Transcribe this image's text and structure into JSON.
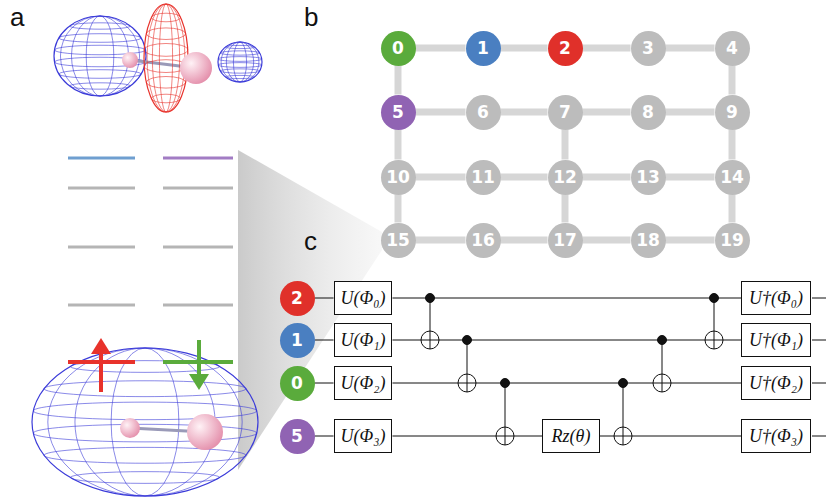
{
  "diagram": {
    "nodes": [
      {
        "text": [
          "0"
        ]
      },
      {
        "text": [
          "1"
        ]
      },
      {
        "text": [
          "2"
        ]
      },
      {
        "text": [
          "3"
        ]
      },
      {
        "text": [
          "4"
        ]
      },
      {
        "text": [
          "5"
        ]
      },
      {
        "text": [
          "6"
        ]
      },
      {
        "text": [
          "7"
        ]
      },
      {
        "text": [
          "8"
        ]
      },
      {
        "text": [
          "9"
        ]
      },
      {
        "text": [
          "10"
        ]
      },
      {
        "text": [
          "11"
        ]
      },
      {
        "text": [
          "12"
        ]
      },
      {
        "text": [
          "13"
        ]
      },
      {
        "text": [
          "14"
        ]
      },
      {
        "text": [
          "15"
        ]
      },
      {
        "text": [
          "16"
        ]
      },
      {
        "text": [
          "17"
        ]
      },
      {
        "text": [
          "18"
        ]
      },
      {
        "text": [
          "19"
        ]
      },
      {
        "text": [
          "2"
        ]
      },
      {
        "text": [
          "1"
        ]
      },
      {
        "text": [
          "0"
        ]
      },
      {
        "text": [
          "5"
        ]
      },
      {
        "text": [
          "U(Φ₀)"
        ]
      },
      {
        "text": [
          "U(Φ₁)"
        ]
      },
      {
        "text": [
          "U(Φ₂)"
        ]
      },
      {
        "text": [
          "U(Φ₃)"
        ]
      },
      {
        "text": [
          "Rz(θ)"
        ]
      },
      {
        "text": [
          "U†(Φ₀)"
        ]
      },
      {
        "text": [
          "U†(Φ₁)"
        ]
      },
      {
        "text": [
          "U†(Φ₂)"
        ]
      },
      {
        "text": [
          "U†(Φ₃)"
        ]
      }
    ],
    "edges": [
      {
        "from": 0,
        "to": 1,
        "arrow": "none"
      },
      {
        "from": 1,
        "to": 2,
        "arrow": "none"
      },
      {
        "from": 2,
        "to": 3,
        "arrow": "none"
      },
      {
        "from": 3,
        "to": 4,
        "arrow": "none"
      },
      {
        "from": 5,
        "to": 6,
        "arrow": "none"
      },
      {
        "from": 6,
        "to": 7,
        "arrow": "none"
      },
      {
        "from": 7,
        "to": 8,
        "arrow": "none"
      },
      {
        "from": 8,
        "to": 9,
        "arrow": "none"
      },
      {
        "from": 10,
        "to": 11,
        "arrow": "none"
      },
      {
        "from": 11,
        "to": 12,
        "arrow": "none"
      },
      {
        "from": 12,
        "to": 13,
        "arrow": "none"
      },
      {
        "from": 13,
        "to": 14,
        "arrow": "none"
      },
      {
        "from": 15,
        "to": 16,
        "arrow": "none"
      },
      {
        "from": 16,
        "to": 17,
        "arrow": "none"
      },
      {
        "from": 17,
        "to": 18,
        "arrow": "none"
      },
      {
        "from": 18,
        "to": 19,
        "arrow": "none"
      },
      {
        "from": 0,
        "to": 5,
        "arrow": "none"
      },
      {
        "from": 4,
        "to": 9,
        "arrow": "none"
      },
      {
        "from": 5,
        "to": 10,
        "arrow": "none"
      },
      {
        "from": 7,
        "to": 12,
        "arrow": "none"
      },
      {
        "from": 9,
        "to": 14,
        "arrow": "none"
      },
      {
        "from": 10,
        "to": 15,
        "arrow": "none"
      },
      {
        "from": 12,
        "to": 17,
        "arrow": "none"
      },
      {
        "from": 14,
        "to": 19,
        "arrow": "none"
      },
      {
        "from": 20,
        "to": 24,
        "arrow": "none"
      },
      {
        "from": 21,
        "to": 25,
        "arrow": "none"
      },
      {
        "from": 22,
        "to": 26,
        "arrow": "none"
      },
      {
        "from": 23,
        "to": 27,
        "arrow": "none"
      },
      {
        "from": 24,
        "to": 29,
        "arrow": "none"
      },
      {
        "from": 25,
        "to": 30,
        "arrow": "none"
      },
      {
        "from": 26,
        "to": 31,
        "arrow": "none"
      },
      {
        "from": 27,
        "to": 28,
        "arrow": "none"
      },
      {
        "from": 28,
        "to": 32,
        "arrow": "none"
      }
    ],
    "labels": [
      "a",
      "b",
      "c"
    ]
  }
}
